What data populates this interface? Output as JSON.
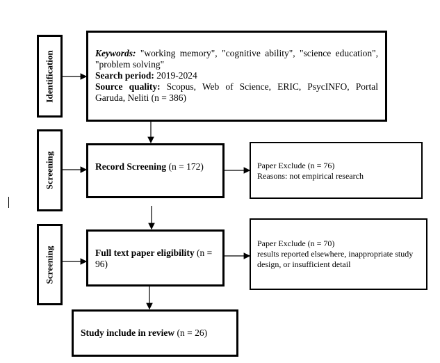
{
  "stages": {
    "identification": "Identification",
    "screening_1": "Screening",
    "screening_2": "Screening"
  },
  "identification_box": {
    "keywords_label": "Keywords:",
    "keywords_text": " \"working memory\", \"cognitive ability\", \"science education\", \"problem solving\"",
    "period_label": "Search period:",
    "period_text": " 2019-2024",
    "source_label": "Source quality:",
    "source_text": " Scopus, Web of Science, ERIC, PsycINFO, Portal Garuda, Neliti (n = 386)"
  },
  "record_screening": {
    "label": "Record Screening",
    "count": " (n = 172)"
  },
  "exclude_1": {
    "line1": "Paper Exclude (n = 76)",
    "line2": "Reasons: not empirical research"
  },
  "fulltext": {
    "label": "Full text paper eligibility",
    "count": " (n = 96)"
  },
  "exclude_2": {
    "line1": "Paper Exclude (n = 70)",
    "line2": "results reported elsewhere, inappropriate study design, or insufficient detail"
  },
  "included": {
    "label": "Study include in review",
    "count": " (n = 26)"
  }
}
